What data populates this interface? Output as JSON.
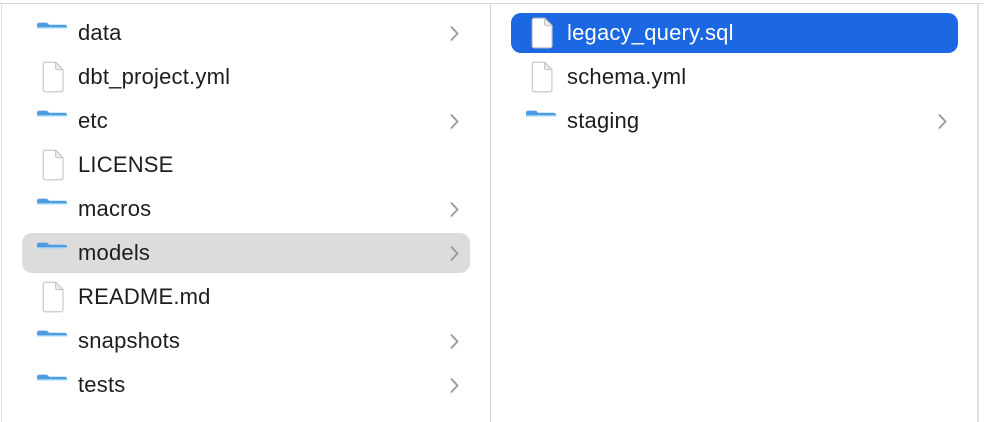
{
  "colors": {
    "selection_active": "#1c67e2",
    "selection_inactive": "#dcdcdc",
    "text": "#1d1d1f",
    "selected_text": "#ffffff",
    "divider": "#d4d4d4",
    "chevron": "#9b9b9b",
    "folder_top": "#4d9de4",
    "folder_body_light": "#7ec6f2",
    "folder_body_dark": "#5fa9e0"
  },
  "file_browser": {
    "view": "finder-column-view",
    "columns": [
      {
        "name": "left",
        "items": [
          {
            "label": "data",
            "icon": "folder-icon",
            "has_chevron": true,
            "selected": "none"
          },
          {
            "label": "dbt_project.yml",
            "icon": "file-icon",
            "has_chevron": false,
            "selected": "none"
          },
          {
            "label": "etc",
            "icon": "folder-icon",
            "has_chevron": true,
            "selected": "none"
          },
          {
            "label": "LICENSE",
            "icon": "file-icon",
            "has_chevron": false,
            "selected": "none"
          },
          {
            "label": "macros",
            "icon": "folder-icon",
            "has_chevron": true,
            "selected": "none"
          },
          {
            "label": "models",
            "icon": "folder-icon",
            "has_chevron": true,
            "selected": "inactive"
          },
          {
            "label": "README.md",
            "icon": "file-icon",
            "has_chevron": false,
            "selected": "none"
          },
          {
            "label": "snapshots",
            "icon": "folder-icon",
            "has_chevron": true,
            "selected": "none"
          },
          {
            "label": "tests",
            "icon": "folder-icon",
            "has_chevron": true,
            "selected": "none"
          }
        ]
      },
      {
        "name": "right",
        "items": [
          {
            "label": "legacy_query.sql",
            "icon": "file-icon",
            "has_chevron": false,
            "selected": "active"
          },
          {
            "label": "schema.yml",
            "icon": "file-icon",
            "has_chevron": false,
            "selected": "none"
          },
          {
            "label": "staging",
            "icon": "folder-icon",
            "has_chevron": true,
            "selected": "none"
          }
        ]
      }
    ]
  }
}
